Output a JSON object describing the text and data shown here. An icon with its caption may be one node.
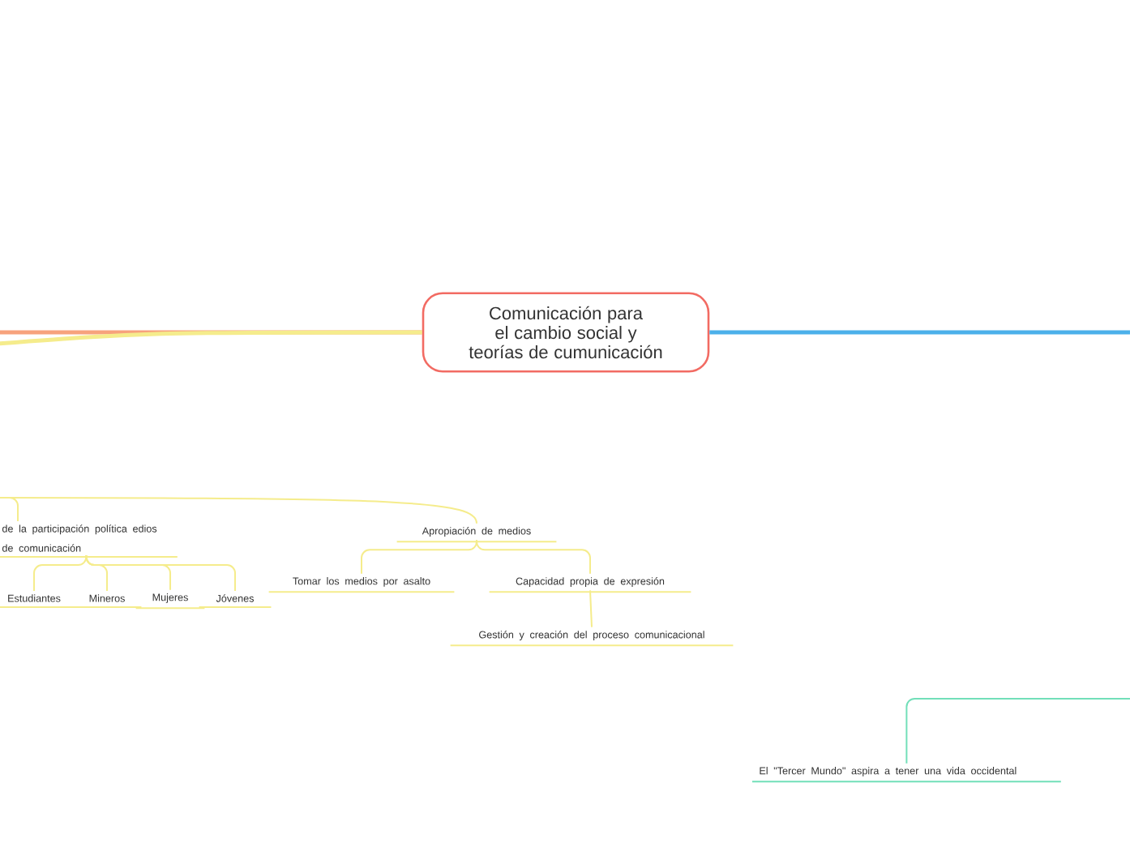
{
  "diagram": {
    "nodes": [
      {
        "text": [
          "Comunicación para el cambio social y teorías de cumunicación"
        ]
      },
      {
        "text": [
          "de la participación política edios de comunicación"
        ]
      },
      {
        "text": [
          "Apropiación de medios"
        ]
      },
      {
        "text": [
          "Estudiantes"
        ]
      },
      {
        "text": [
          "Mineros"
        ]
      },
      {
        "text": [
          "Mujeres"
        ]
      },
      {
        "text": [
          "Jóvenes"
        ]
      },
      {
        "text": [
          "Tomar los medios por asalto"
        ]
      },
      {
        "text": [
          "Capacidad propia de expresión"
        ]
      },
      {
        "text": [
          "Gestión y creación del proceso comunicacional"
        ]
      },
      {
        "text": [
          "El \"Tercer Mundo\" aspira a tener una vida occidental"
        ]
      }
    ],
    "edges": [
      {
        "from": null,
        "to": 0,
        "arrow": "none",
        "style": "thick",
        "color": "#f7a27c"
      },
      {
        "from": null,
        "to": 0,
        "arrow": "none",
        "style": "thick"
      },
      {
        "from": 0,
        "to": null,
        "arrow": "none",
        "style": "thick",
        "color": "#4cb0ea"
      },
      {
        "from": null,
        "to": 1,
        "arrow": "none"
      },
      {
        "from": null,
        "to": 2,
        "arrow": "none"
      },
      {
        "from": 1,
        "to": 3,
        "arrow": "none"
      },
      {
        "from": 1,
        "to": 4,
        "arrow": "none"
      },
      {
        "from": 1,
        "to": 5,
        "arrow": "none"
      },
      {
        "from": 1,
        "to": 6,
        "arrow": "none"
      },
      {
        "from": 2,
        "to": 7,
        "arrow": "none"
      },
      {
        "from": 2,
        "to": 8,
        "arrow": "none"
      },
      {
        "from": 8,
        "to": 9,
        "arrow": "none"
      },
      {
        "from": null,
        "to": 10,
        "arrow": "none",
        "color": "#72dfb9"
      }
    ]
  }
}
